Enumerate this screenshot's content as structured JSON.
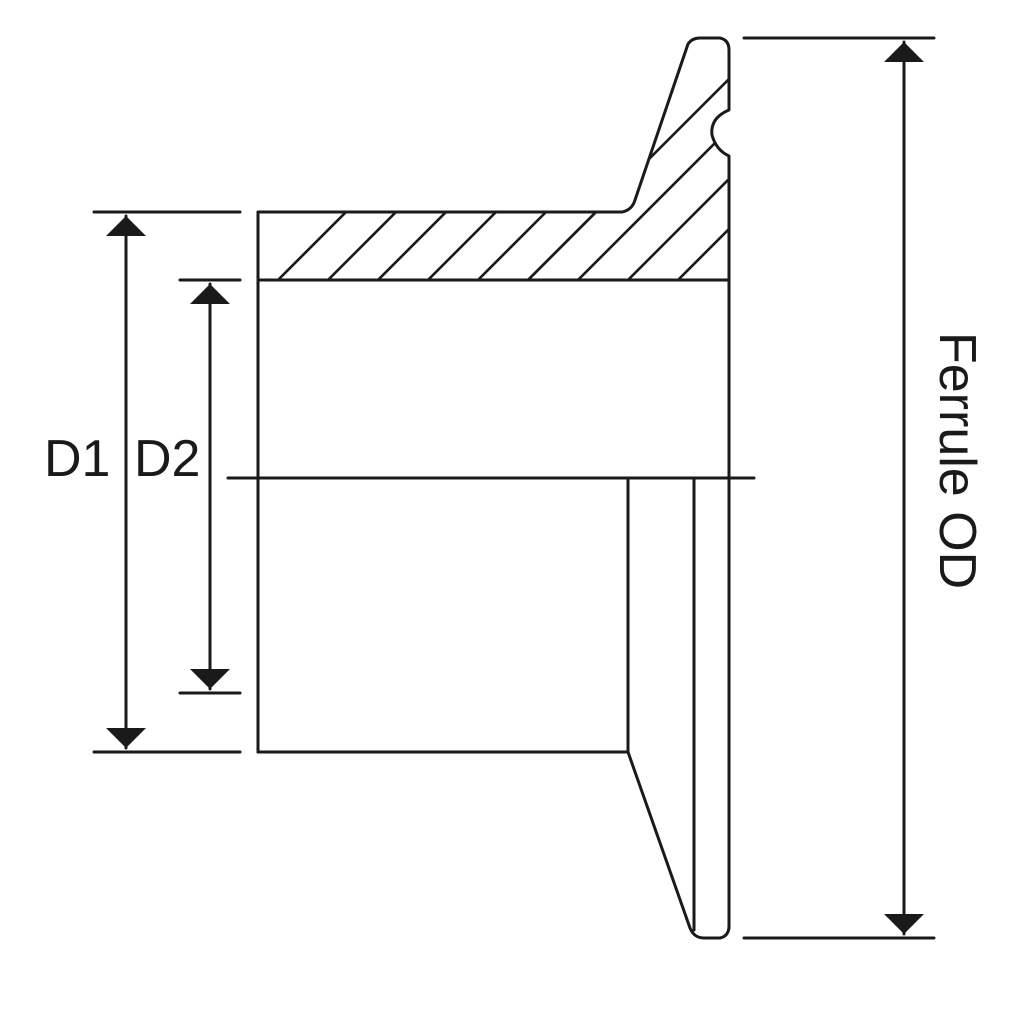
{
  "labels": {
    "d1": "D1",
    "d2": "D2",
    "ferrule_od": "Ferrule OD"
  },
  "colors": {
    "line": "#1a1a1a",
    "background": "#ffffff"
  }
}
